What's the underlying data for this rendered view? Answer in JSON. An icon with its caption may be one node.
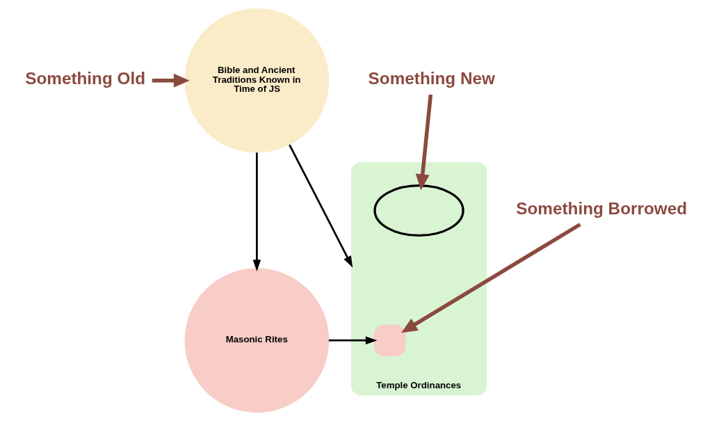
{
  "diagram": {
    "nodes": [
      {
        "text": [
          "Bible and Ancient Traditions Known in Time of JS"
        ]
      },
      {
        "text": [
          "Masonic Rites"
        ]
      },
      {
        "text": [
          "Temple Ordinances"
        ]
      },
      {
        "text": [],
        "shape": "box",
        "in": 2
      },
      {
        "text": [],
        "shape": "ellipse",
        "in": 2
      },
      {
        "text": [
          "Something Old"
        ]
      },
      {
        "text": [
          "Something New"
        ]
      },
      {
        "text": [
          "Something Borrowed"
        ]
      }
    ],
    "edges": [
      {
        "from": 5,
        "to": 0,
        "arrow": "to",
        "style": "thick",
        "color": "#8b4a3f"
      },
      {
        "from": 0,
        "to": 1,
        "arrow": "to",
        "color": "#000000"
      },
      {
        "from": 0,
        "to": 2,
        "arrow": "to",
        "color": "#000000"
      },
      {
        "from": 1,
        "to": 3,
        "arrow": "to",
        "color": "#000000"
      },
      {
        "from": 6,
        "to": 4,
        "arrow": "to",
        "style": "thick",
        "color": "#8b4a3f"
      },
      {
        "from": 7,
        "to": 3,
        "arrow": "to",
        "style": "thick",
        "color": "#8b4a3f"
      }
    ]
  }
}
